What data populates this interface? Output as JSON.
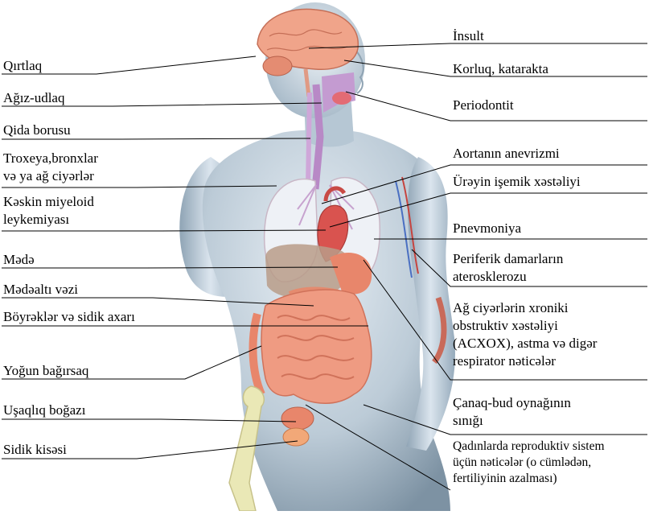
{
  "left_labels": {
    "qirtlaq": "Qırtlaq",
    "agiz_udlaq": "Ağız-udlaq",
    "qida_borusu": "Qida borusu",
    "troxeya_1": "Troxeya,bronxlar",
    "troxeya_2": "və ya ağ ciyərlər",
    "leykemiya_1": "Kəskin miyeloid",
    "leykemiya_2": "leykemiyası",
    "mede": "Mədə",
    "medealti": "Mədəaltı vəzi",
    "boyrekler": "Böyrəklər və sidik axarı",
    "yogun": "Yoğun bağırsaq",
    "usaqliq": "Uşaqlıq boğazı",
    "sidik": "Sidik kisəsi"
  },
  "right_labels": {
    "insult": "İnsult",
    "korluq": "Korluq, katarakta",
    "periodontit": "Periodontit",
    "aorta": "Aortanın anevrizmi",
    "ureyin": "Ürəyin işemik xəstəliyi",
    "pnevmoniya": "Pnevmoniya",
    "periferik_1": "Periferik damarların",
    "periferik_2": "aterosklerozu",
    "acxox_1": "Ağ ciyərlərin xroniki",
    "acxox_2": "obstruktiv xəstəliyi",
    "acxox_3": "(ACXOX), astma və digər",
    "acxox_4": "respirator nəticələr",
    "canaq_1": "Çanaq-bud oynağının",
    "canaq_2": "sınığı",
    "qadin_1": "Qadınlarda reproduktiv sistem",
    "qadin_2": "üçün nəticələr (o cümlədən,",
    "qadin_3": "fertiliyinin azalması)"
  },
  "colors": {
    "body_light": "#dbe6ef",
    "body_mid": "#a9bccb",
    "body_dark": "#6f8596",
    "organ_red": "#e87c63",
    "organ_pink": "#f3a88f",
    "brain": "#f0a48a",
    "airway": "#b889c6",
    "lung": "#eef1f6",
    "bone": "#eae8b6",
    "line": "#000000"
  }
}
